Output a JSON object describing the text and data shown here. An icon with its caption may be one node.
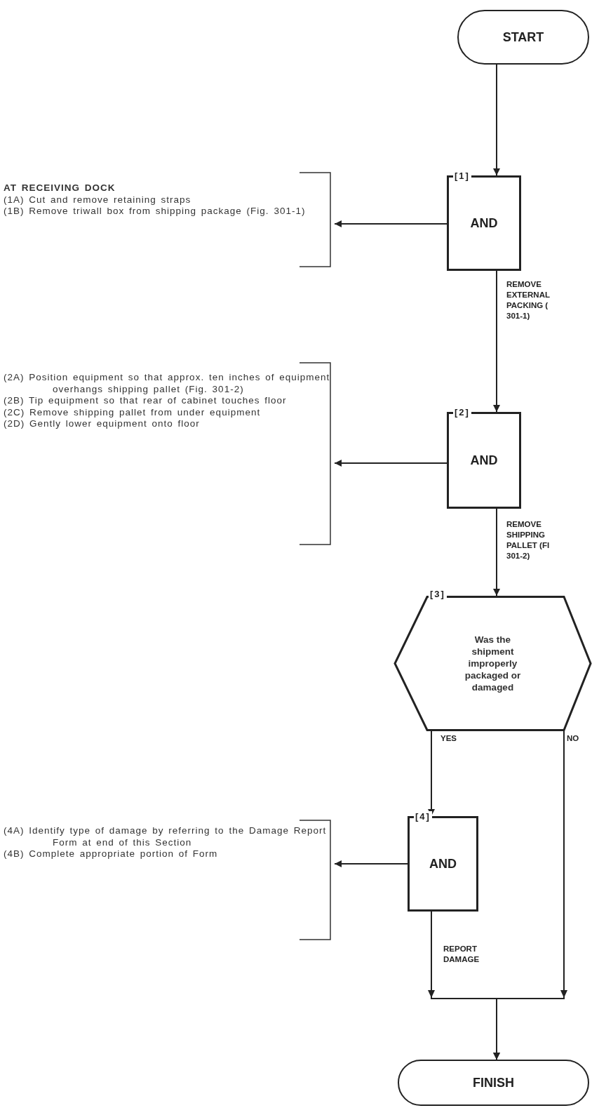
{
  "diagram": {
    "nodes": [
      {
        "text": [
          "START"
        ]
      },
      {
        "text": [
          "[1]",
          "AND"
        ]
      },
      {
        "text": [
          "AT RECEIVING DOCK",
          "(1A) Cut and remove retaining straps",
          "(1B) Remove triwall box from shipping package (Fig. 301-1)"
        ]
      },
      {
        "text": [
          "[2]",
          "AND"
        ]
      },
      {
        "text": [
          "(2A) Position equipment so that approx. ten inches of equipment overhangs shipping pallet (Fig. 301-2)",
          "(2B) Tip equipment so that rear of cabinet touches floor",
          "(2C) Remove shipping pallet from under equipment",
          "(2D) Gently lower equipment onto floor"
        ]
      },
      {
        "text": [
          "[3]",
          "Was the shipment improperly packaged or damaged"
        ]
      },
      {
        "text": [
          "[4]",
          "AND"
        ]
      },
      {
        "text": [
          "(4A) Identify type of damage by referring to the Damage Report Form at end of this Section",
          "(4B) Complete appropriate portion of Form"
        ]
      },
      {
        "text": [
          "FINISH"
        ]
      }
    ],
    "edges": [
      {
        "from": 0,
        "to": 1,
        "arrow": "to"
      },
      {
        "from": 1,
        "to": 2,
        "arrow": "to"
      },
      {
        "from": 1,
        "to": 3,
        "arrow": "to",
        "label": "REMOVE EXTERNAL PACKING ( 301-1)"
      },
      {
        "from": 3,
        "to": 4,
        "arrow": "to"
      },
      {
        "from": 3,
        "to": 5,
        "arrow": "to",
        "label": "REMOVE SHIPPING PALLET (FI 301-2)"
      },
      {
        "from": 5,
        "to": 6,
        "arrow": "to",
        "label": "YES"
      },
      {
        "from": 5,
        "to": 8,
        "arrow": "to",
        "label": "NO"
      },
      {
        "from": 6,
        "to": 7,
        "arrow": "to"
      },
      {
        "from": 6,
        "to": 8,
        "arrow": "to",
        "label": "REPORT DAMAGE"
      }
    ]
  }
}
